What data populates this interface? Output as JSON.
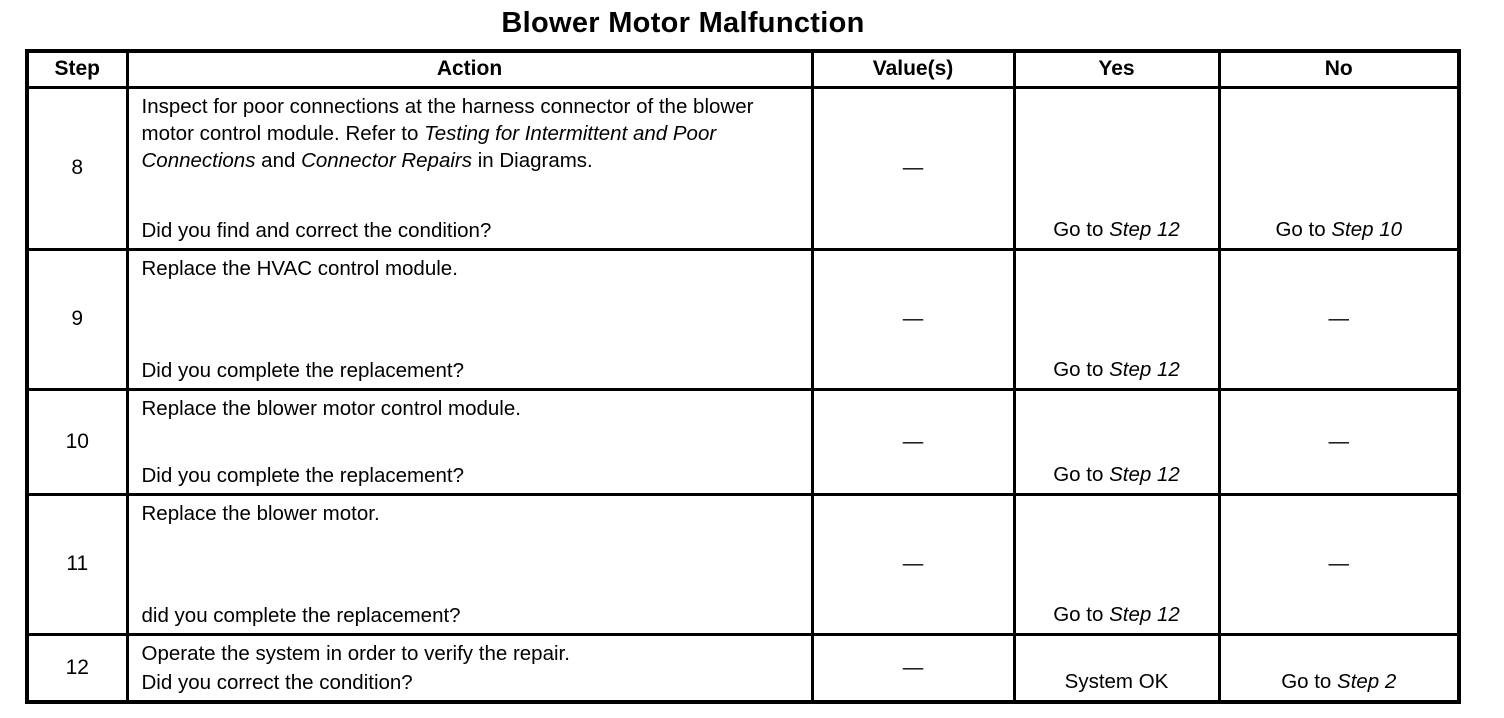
{
  "title": "Blower Motor Malfunction",
  "table": {
    "headers": {
      "step": "Step",
      "action": "Action",
      "values": "Value(s)",
      "yes": "Yes",
      "no": "No"
    },
    "rows": [
      {
        "step": "8",
        "action_segments": [
          {
            "text": "Inspect for poor connections at the harness connector of the blower motor control module. Refer to ",
            "italic": false
          },
          {
            "text": "Testing for Intermittent and Poor Connections",
            "italic": true
          },
          {
            "text": " and ",
            "italic": false
          },
          {
            "text": "Connector Repairs",
            "italic": true
          },
          {
            "text": " in Diagrams.",
            "italic": false
          }
        ],
        "question": "Did you find and correct the condition?",
        "value": "—",
        "yes_segments": [
          {
            "text": "Go to ",
            "italic": false
          },
          {
            "text": "Step 12",
            "italic": true
          }
        ],
        "no_segments": [
          {
            "text": "Go to ",
            "italic": false
          },
          {
            "text": "Step 10",
            "italic": true
          }
        ],
        "no_value": null
      },
      {
        "step": "9",
        "action_segments": [
          {
            "text": "Replace the HVAC control module.",
            "italic": false
          }
        ],
        "question": "Did you complete the replacement?",
        "value": "—",
        "yes_segments": [
          {
            "text": "Go to ",
            "italic": false
          },
          {
            "text": "Step 12",
            "italic": true
          }
        ],
        "no_segments": null,
        "no_value": "—"
      },
      {
        "step": "10",
        "action_segments": [
          {
            "text": "Replace the blower motor control module.",
            "italic": false
          }
        ],
        "question": "Did you complete the replacement?",
        "value": "—",
        "yes_segments": [
          {
            "text": "Go to ",
            "italic": false
          },
          {
            "text": "Step 12",
            "italic": true
          }
        ],
        "no_segments": null,
        "no_value": "—"
      },
      {
        "step": "11",
        "action_segments": [
          {
            "text": "Replace the blower motor.",
            "italic": false
          }
        ],
        "question": "did you complete the replacement?",
        "value": "—",
        "yes_segments": [
          {
            "text": "Go to ",
            "italic": false
          },
          {
            "text": "Step 12",
            "italic": true
          }
        ],
        "no_segments": null,
        "no_value": "—"
      },
      {
        "step": "12",
        "action_segments": [
          {
            "text": "Operate the system in order to verify the repair.",
            "italic": false
          }
        ],
        "question": "Did you correct the condition?",
        "value": "—",
        "yes_segments": [
          {
            "text": "System OK",
            "italic": false
          }
        ],
        "no_segments": [
          {
            "text": "Go to ",
            "italic": false
          },
          {
            "text": "Step 2",
            "italic": true
          }
        ],
        "no_value": null
      }
    ]
  }
}
